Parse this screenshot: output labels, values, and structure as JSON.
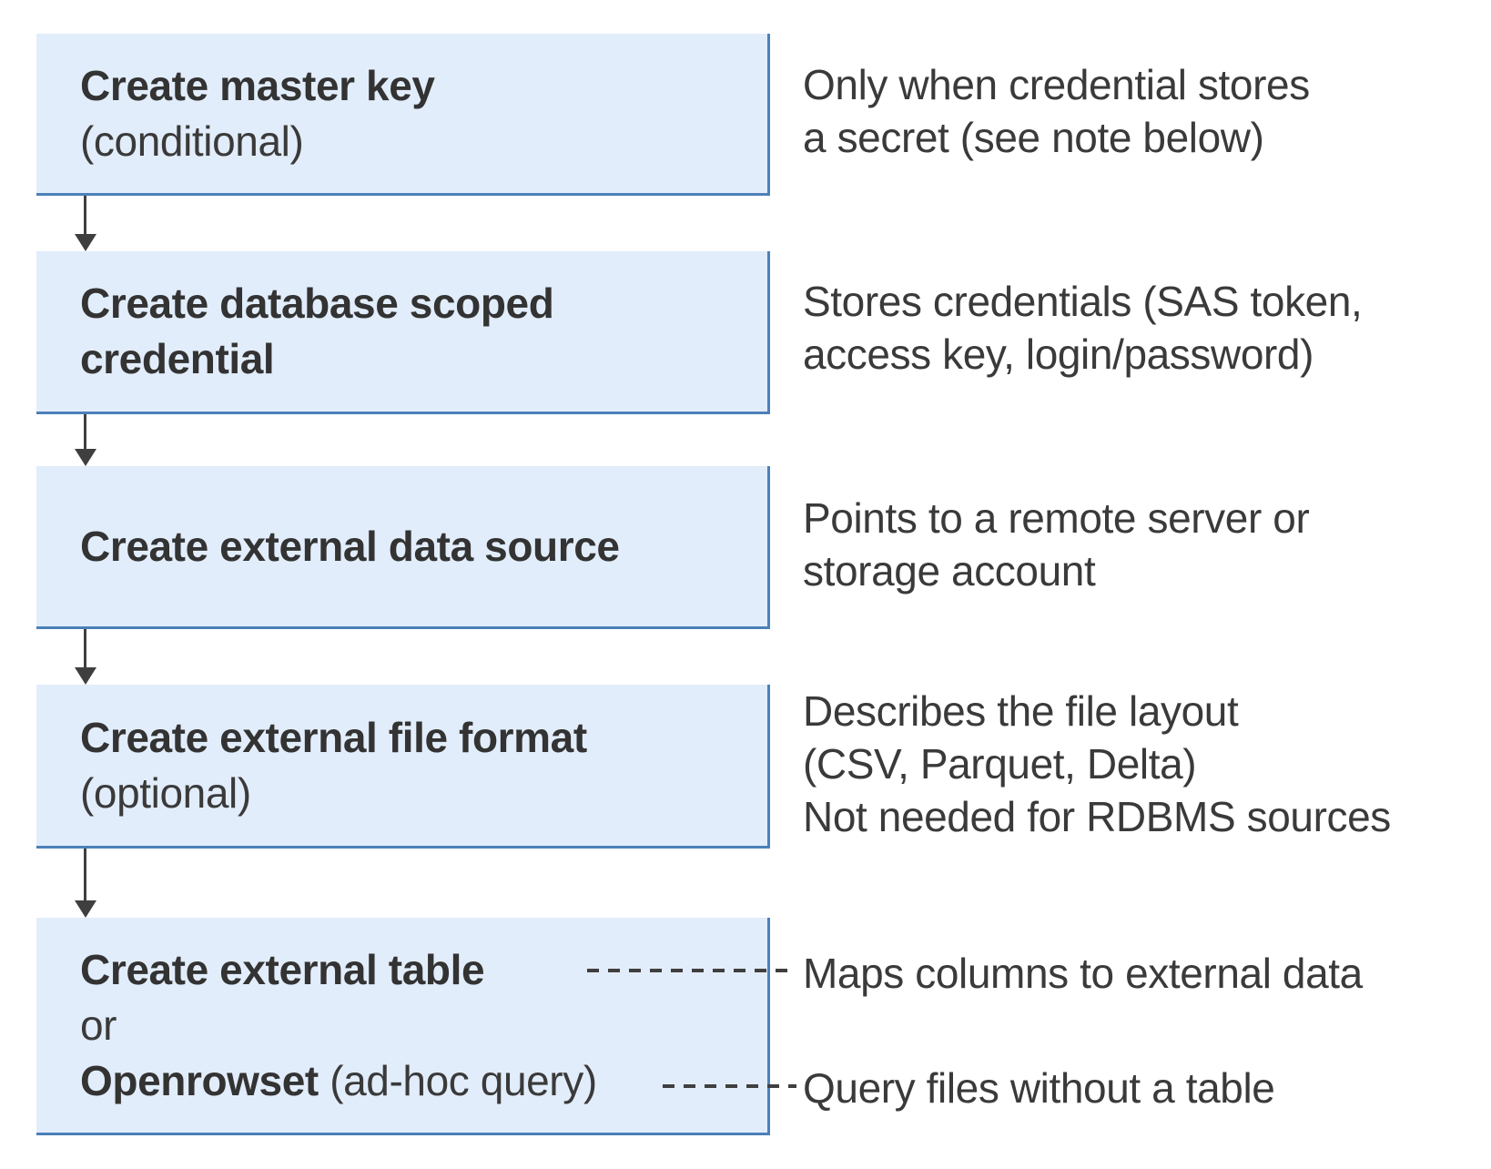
{
  "theme": {
    "background": "#ffffff",
    "box_fill": "#e2edfb",
    "box_border": "#4c80b8",
    "text_color": "#3a3a3a",
    "title_color": "#333333",
    "arrow_color": "#3f3f3f",
    "dash_color": "#3f3f3f"
  },
  "flow": {
    "steps": [
      {
        "title": "Create master key",
        "subtitle": "(conditional)",
        "note_lines": [
          "Only when credential stores",
          "a secret (see note below)"
        ]
      },
      {
        "title": "Create database scoped credential",
        "note_lines": [
          "Stores credentials (SAS token,",
          "access key, login/password)"
        ]
      },
      {
        "title": "Create external data source",
        "note_lines": [
          "Points to a remote server or",
          "storage account"
        ]
      },
      {
        "title": "Create external file format",
        "subtitle": "(optional)",
        "note_lines": [
          "Describes the file layout",
          "(CSV, Parquet, Delta)",
          "Not needed for RDBMS sources"
        ]
      },
      {
        "title": "Create external table",
        "or_label": "or",
        "alt_title": "Openrowset",
        "alt_suffix": " (ad-hoc query)",
        "note_lines": [
          "Maps columns to external data"
        ],
        "alt_note_lines": [
          "Query files without a table"
        ]
      }
    ]
  }
}
